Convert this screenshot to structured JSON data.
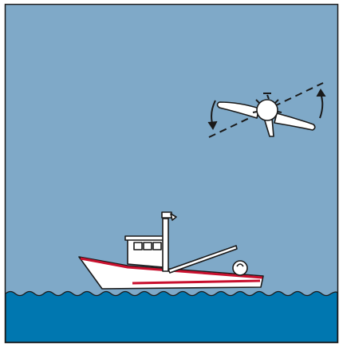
{
  "scene": {
    "colors": {
      "sky": "#7fa9c8",
      "sea": "#0077b0",
      "sea_line": "#1a4d7a",
      "outline": "#1a1a1a",
      "hull": "#ffffff",
      "hull_stripe": "#c8102e",
      "plane": "#ffffff",
      "frame_border": "#1a1a1a"
    },
    "elements": {
      "aircraft": "aircraft-rolling",
      "vessel": "fishing-boat",
      "roll_arrows": "roll-direction-arrows"
    }
  }
}
